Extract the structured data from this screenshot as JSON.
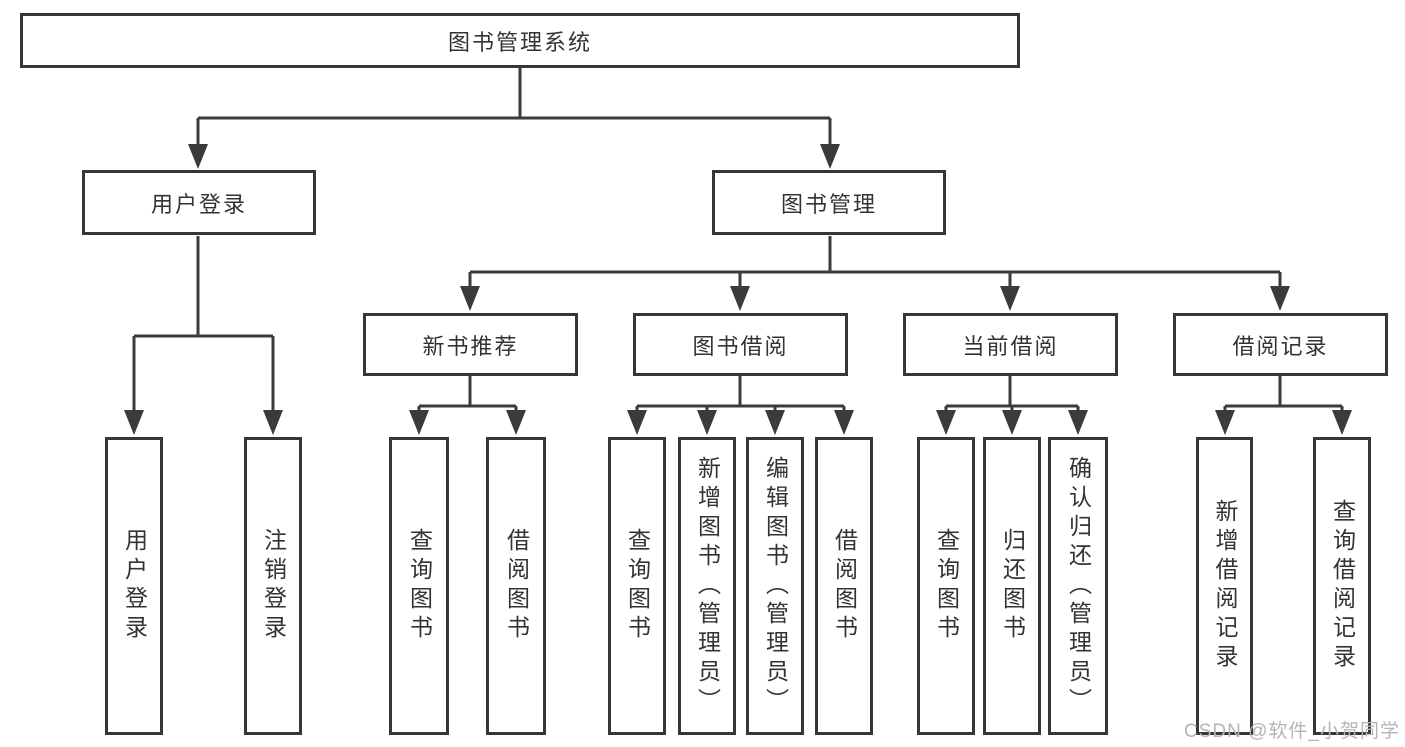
{
  "diagram": {
    "root": "图书管理系统",
    "user_branch": {
      "label": "用户登录",
      "children": [
        "用户登录",
        "注销登录"
      ]
    },
    "book_branch": {
      "label": "图书管理",
      "groups": [
        {
          "label": "新书推荐",
          "children": [
            "查询图书",
            "借阅图书"
          ]
        },
        {
          "label": "图书借阅",
          "children": [
            "查询图书",
            "新增图书（管理员）",
            "编辑图书（管理员）",
            "借阅图书"
          ]
        },
        {
          "label": "当前借阅",
          "children": [
            "查询图书",
            "归还图书",
            "确认归还（管理员）"
          ]
        },
        {
          "label": "借阅记录",
          "children": [
            "新增借阅记录",
            "查询借阅记录"
          ]
        }
      ]
    }
  },
  "watermark": "CSDN @软件_小贺同学",
  "colors": {
    "line": "#3b3b3b",
    "border": "#363636",
    "text": "#333333",
    "watermark": "#b5b5b5",
    "background": "#ffffff"
  }
}
